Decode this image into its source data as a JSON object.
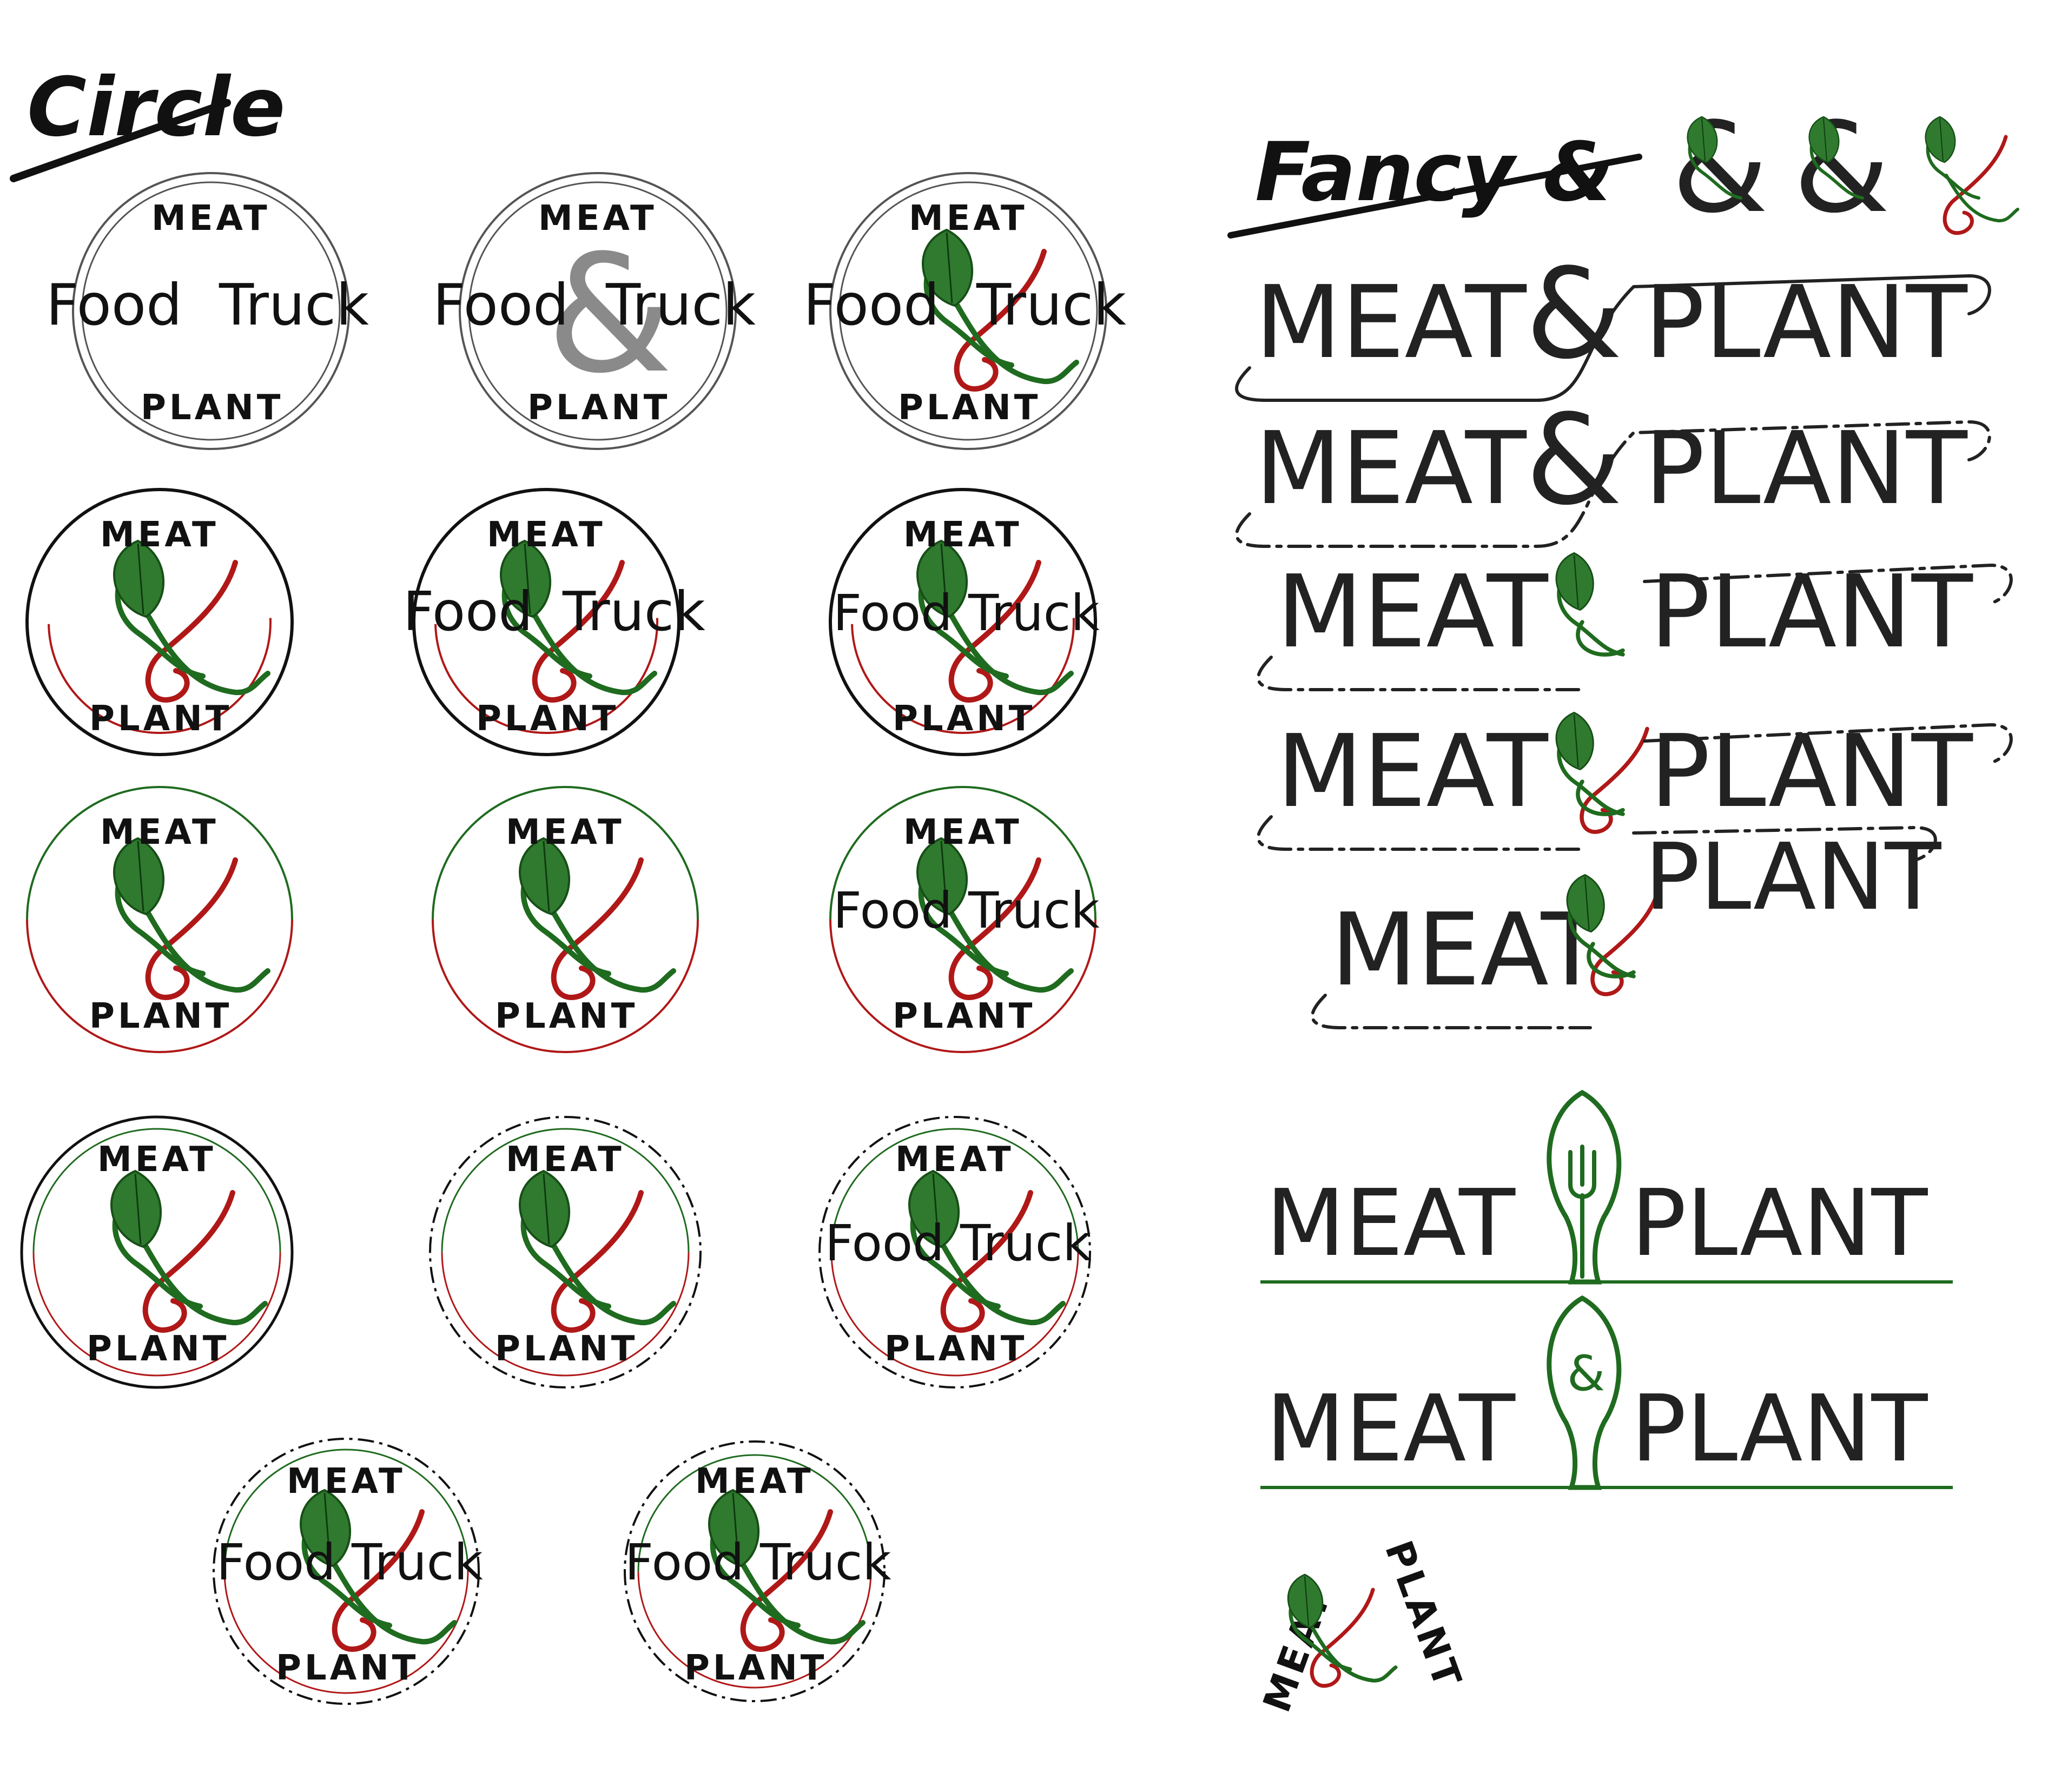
{
  "sections": {
    "circle": {
      "heading": "Circle"
    },
    "fancy": {
      "heading": "Fancy &"
    }
  },
  "circle_logos": {
    "top": "MEAT",
    "bottom": "PLANT",
    "food": "Food",
    "truck": "Truck",
    "ampersand": "&"
  },
  "wordmark": {
    "left": "MEAT",
    "amp": "&",
    "right": "PLANT"
  },
  "colors": {
    "ink": "#111111",
    "green": "#1f6b1f",
    "red": "#b01818",
    "grey": "#8a8a8a"
  }
}
